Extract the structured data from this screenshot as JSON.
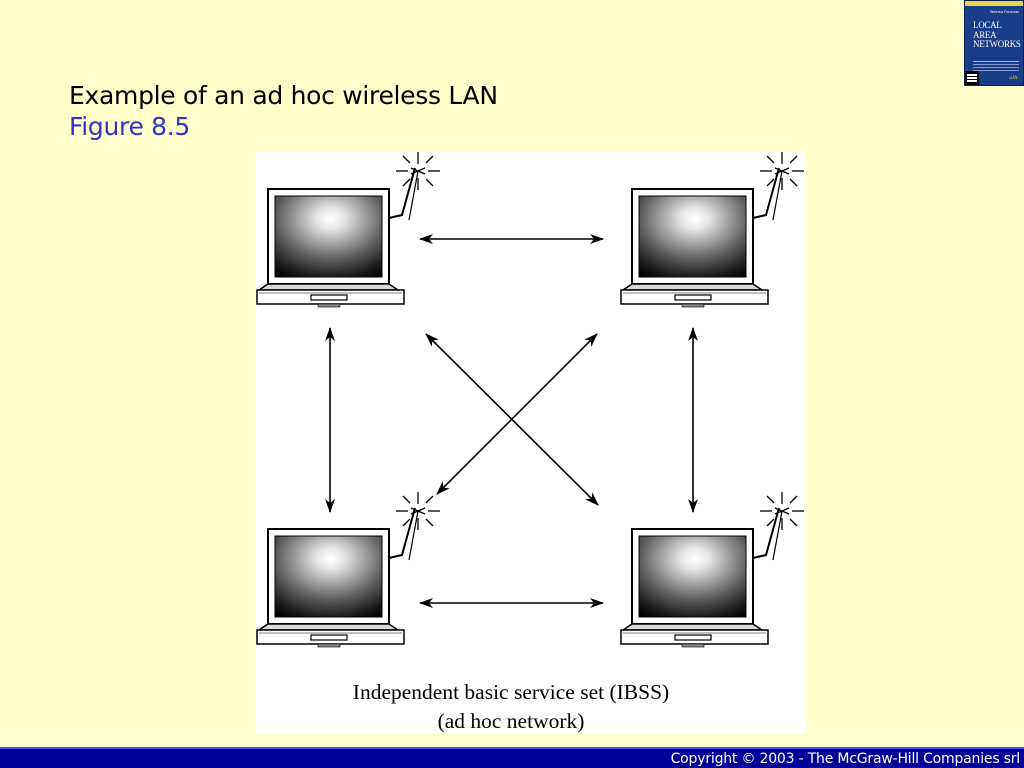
{
  "slide": {
    "title": "Example of an ad hoc wireless LAN",
    "figure_label": "Figure 8.5"
  },
  "figure": {
    "caption_line1": "Independent basic service set (IBSS)",
    "caption_line2": "(ad hoc network)"
  },
  "book_cover": {
    "author": "Behrouz Forouzan",
    "title_line1": "LOCAL",
    "title_line2": "AREA",
    "title_line3": "NETWORKS",
    "badge": "aJA"
  },
  "footer": {
    "copyright": "Copyright © 2003 - The McGraw-Hill Companies srl"
  }
}
